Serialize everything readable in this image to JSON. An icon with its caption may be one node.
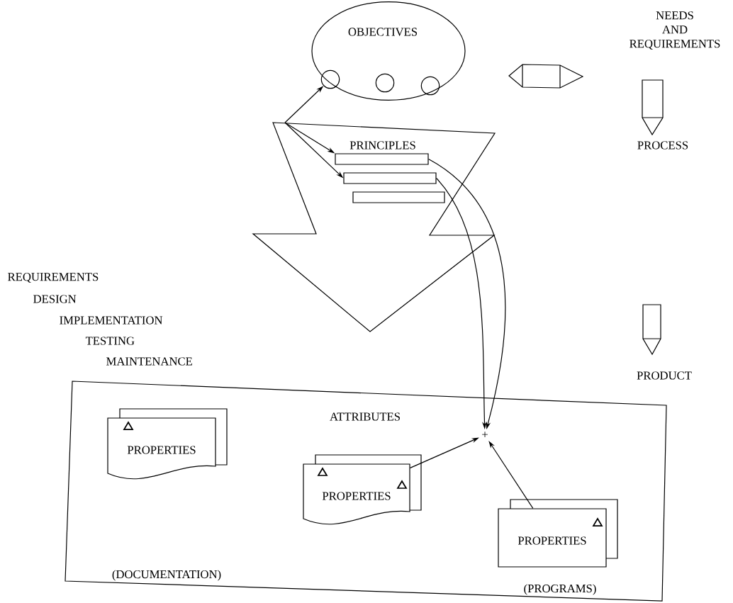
{
  "diagram": {
    "nodes": [
      {
        "text": [
          "OBJECTIVES"
        ]
      },
      {
        "text": [],
        "shape": "circle",
        "in": 0
      },
      {
        "text": [],
        "shape": "circle",
        "in": 0
      },
      {
        "text": [],
        "shape": "circle",
        "in": 0
      },
      {
        "text": [
          "PRINCIPLES"
        ]
      },
      {
        "text": [],
        "shape": "bar",
        "in": 4
      },
      {
        "text": [],
        "shape": "bar",
        "in": 4
      },
      {
        "text": [],
        "shape": "bar",
        "in": 4
      },
      {
        "text": [
          "ATTRIBUTES",
          "(DOCUMENTATION)",
          "(PROGRAMS)"
        ]
      },
      {
        "text": [
          "+"
        ],
        "in": 8
      },
      {
        "text": [
          "PROPERTIES"
        ],
        "in": 8
      },
      {
        "text": [
          "PROPERTIES"
        ],
        "in": 8
      },
      {
        "text": [
          "PROPERTIES"
        ],
        "in": 8
      }
    ],
    "edges": [
      {
        "from": 4,
        "to": 1,
        "arrow": "to"
      },
      {
        "from": 4,
        "to": 5,
        "arrow": "to"
      },
      {
        "from": 4,
        "to": 6,
        "arrow": "to"
      },
      {
        "from": 5,
        "to": 9,
        "arrow": "to"
      },
      {
        "from": 6,
        "to": 9,
        "arrow": "to"
      },
      {
        "from": 11,
        "to": 9,
        "arrow": "to"
      },
      {
        "from": 12,
        "to": 9,
        "arrow": "to"
      }
    ],
    "labels": [
      "NEEDS AND REQUIREMENTS",
      "PROCESS",
      "REQUIREMENTS",
      "DESIGN",
      "IMPLEMENTATION",
      "TESTING",
      "MAINTENANCE",
      "PRODUCT"
    ]
  }
}
